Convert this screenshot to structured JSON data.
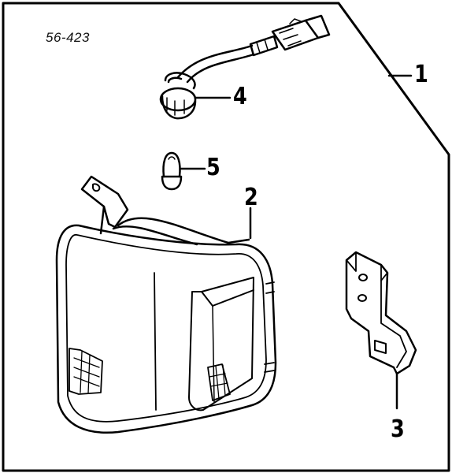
{
  "diagram": {
    "reference_code": "56-423",
    "callouts": {
      "part_1": "1",
      "part_2": "2",
      "part_3": "3",
      "part_4": "4",
      "part_5": "5"
    }
  }
}
